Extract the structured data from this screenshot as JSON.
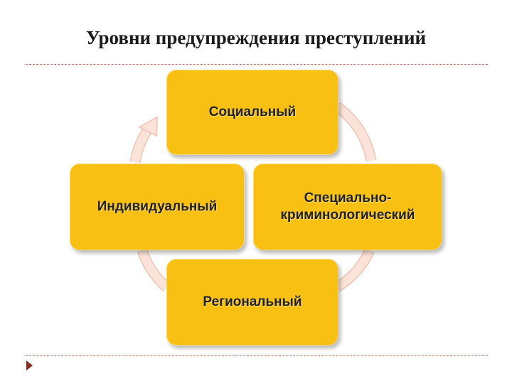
{
  "title": "Уровни предупреждения  преступлений",
  "nodes": {
    "top": "Социальный",
    "right": "Специально-\nкриминологический",
    "bottom": "Региональный",
    "left": "Индивидуальный"
  },
  "colors": {
    "node_fill": "#f8c012",
    "arrow_fill": "#fbe3d9",
    "arrow_stroke": "#eec3b3",
    "rule": "#c07a6a",
    "nav_marker": "#8b2a1a"
  },
  "icons": {
    "nav_marker": "triangle-right-icon"
  }
}
